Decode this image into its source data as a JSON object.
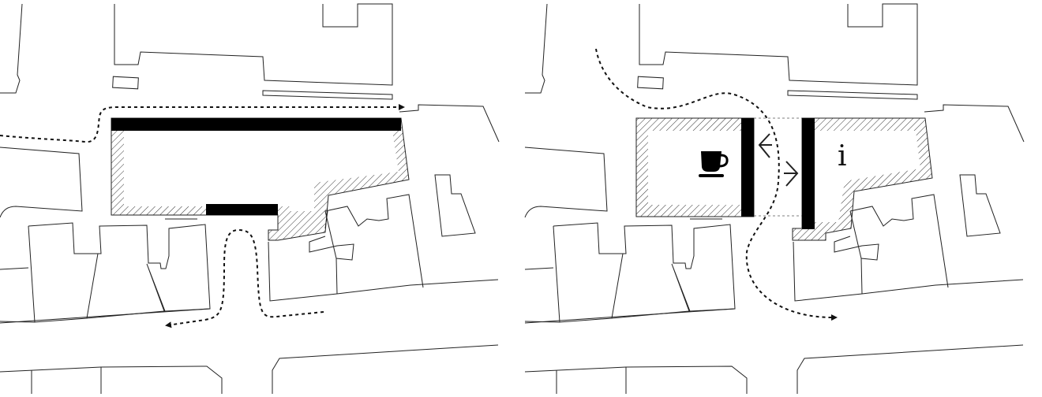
{
  "panels": [
    {
      "id": "before",
      "caption": ""
    },
    {
      "id": "after",
      "caption": ""
    }
  ],
  "labels": {
    "info_letter": "i"
  },
  "icons": {
    "cafe": "coffee-cup-icon",
    "info": "info-icon",
    "arrow": "dashed-arrow-icon",
    "entry": "entry-chevron-icon"
  },
  "colors": {
    "line": "#222222",
    "fill": "#000000",
    "background": "#ffffff"
  }
}
